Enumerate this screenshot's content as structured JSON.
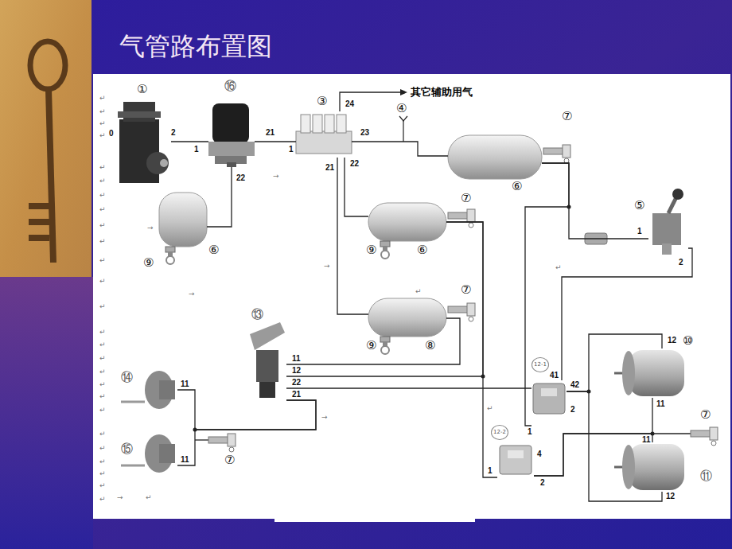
{
  "diagram": {
    "title": "气管路布置图",
    "nodes": [
      {
        "text": [
          "①"
        ]
      },
      {
        "text": [
          "⑯"
        ]
      },
      {
        "text": [
          "⑥"
        ]
      },
      {
        "text": [
          "③"
        ]
      },
      {
        "text": [
          "⑥"
        ]
      },
      {
        "text": [
          "⑥"
        ]
      },
      {
        "text": [
          "⑧"
        ]
      },
      {
        "text": [
          "⑤"
        ]
      },
      {
        "text": [
          "⑬"
        ]
      },
      {
        "text": [
          "⑭"
        ]
      },
      {
        "text": [
          "⑮"
        ]
      },
      {
        "text": [
          "12-1"
        ]
      },
      {
        "text": [
          "12-2"
        ]
      },
      {
        "text": [
          "⑩"
        ]
      },
      {
        "text": [
          "⑪"
        ]
      }
    ],
    "edges": [
      {
        "from": 0,
        "to": 1,
        "arrow": "none"
      },
      {
        "from": 1,
        "to": 3,
        "arrow": "none"
      },
      {
        "from": 1,
        "to": 2,
        "arrow": "none"
      },
      {
        "from": 3,
        "to": 4,
        "arrow": "none"
      },
      {
        "from": 3,
        "to": 5,
        "arrow": "none"
      },
      {
        "from": 3,
        "to": 6,
        "arrow": "none"
      },
      {
        "from": 4,
        "to": 7,
        "arrow": "none"
      },
      {
        "from": 4,
        "to": 11,
        "arrow": "none"
      },
      {
        "from": 7,
        "to": 11,
        "arrow": "none"
      },
      {
        "from": 5,
        "to": 8,
        "arrow": "none"
      },
      {
        "from": 5,
        "to": 12,
        "arrow": "none"
      },
      {
        "from": 6,
        "to": 8,
        "arrow": "none"
      },
      {
        "from": 8,
        "to": 11,
        "arrow": "none"
      },
      {
        "from": 8,
        "to": 9,
        "arrow": "none"
      },
      {
        "from": 8,
        "to": 10,
        "arrow": "none"
      },
      {
        "from": 11,
        "to": 13,
        "arrow": "none"
      },
      {
        "from": 11,
        "to": 14,
        "arrow": "none"
      },
      {
        "from": 12,
        "to": 13,
        "arrow": "none"
      },
      {
        "from": 12,
        "to": 14,
        "arrow": "none"
      }
    ],
    "labels": [
      "0",
      "2",
      "1",
      "21",
      "1",
      "22",
      "24",
      "其它辅助用气",
      "23",
      "21",
      "22",
      "④",
      "⑦",
      "⑦",
      "⑨",
      "⑨",
      "⑦",
      "⑨",
      "1",
      "2",
      "11",
      "12",
      "22",
      "21",
      "11",
      "11",
      "⑦",
      "41",
      "42",
      "1",
      "2",
      "12",
      "11",
      "⑦",
      "11",
      "12",
      "4",
      "1",
      "2",
      "↵",
      "↵",
      "↵",
      "↵",
      "↵",
      "↵",
      "↵",
      "↵",
      "↵",
      "↵",
      "↵",
      "↵",
      "↵",
      "↵",
      "↵",
      "↵",
      "↵",
      "↵",
      "↵",
      "↵",
      "↵",
      "↵",
      "↵",
      "↵",
      "↵",
      "↵",
      "↵",
      "↵",
      "↵",
      "↵",
      "→",
      "→",
      "→",
      "→",
      "→",
      "→"
    ]
  }
}
